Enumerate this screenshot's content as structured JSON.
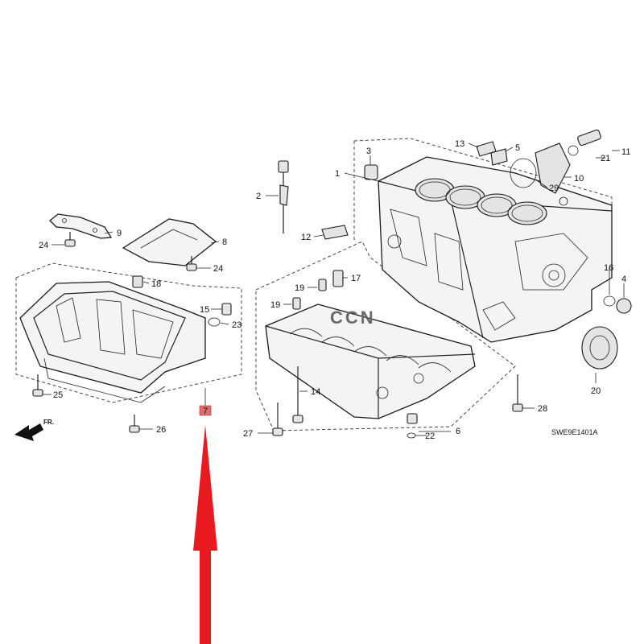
{
  "diagram": {
    "code": "SWE9E1401A",
    "watermark": "CCN",
    "front_label": "FR.",
    "highlight_label": "7",
    "accent_color": "#e8191f",
    "highlight_fill": "#e36c6c",
    "callouts": {
      "c1": "1",
      "c2": "2",
      "c3": "3",
      "c4": "4",
      "c5": "5",
      "c6": "6",
      "c8": "8",
      "c9": "9",
      "c10": "10",
      "c11": "11",
      "c12": "12",
      "c13": "13",
      "c14": "14",
      "c15": "15",
      "c16": "16",
      "c17": "17",
      "c18": "18",
      "c19a": "19",
      "c19b": "19",
      "c20": "20",
      "c21": "21",
      "c22": "22",
      "c23": "23",
      "c24a": "24",
      "c24b": "24",
      "c25": "25",
      "c26": "26",
      "c27": "27",
      "c28": "28",
      "c29": "29"
    }
  }
}
